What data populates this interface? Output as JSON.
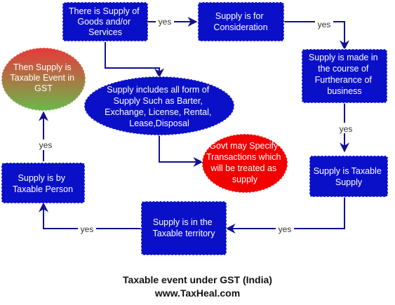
{
  "colors": {
    "box_fill": "#0a10c8",
    "box_stroke": "#ffffff",
    "edge": "#101090",
    "red": "#f20000",
    "gradient_top": "#e8383a",
    "gradient_bottom": "#6bb84c"
  },
  "nodes": {
    "supply_goods": [
      "There is Supply of",
      "Goods and/or",
      "Services"
    ],
    "consideration": [
      "Supply is for",
      "Consideration"
    ],
    "furtherance": [
      "Supply is made in",
      "the course of",
      "Furtherance of",
      "business"
    ],
    "taxable_supply": [
      "Supply is Taxable",
      "Supply"
    ],
    "territory": [
      "Supply is in the",
      "Taxable territory"
    ],
    "taxable_person": [
      "Supply is by",
      "Taxable Person"
    ],
    "taxable_event": [
      "Then Supply is",
      "Taxable Event  in",
      "GST"
    ],
    "supply_includes": [
      "Supply includes all form of",
      "Supply Such as Barter,",
      "Exchange, License, Rental,",
      "Lease,Disposal"
    ],
    "govt_specify": [
      "Govt may Specify",
      "Transactions which",
      "will be treated as",
      "supply"
    ]
  },
  "edge_labels": {
    "goods_to_consideration": "yes",
    "consideration_to_furtherance": "yes",
    "furtherance_to_taxable": "yes",
    "taxable_to_territory": "yes",
    "territory_to_person": "yes",
    "person_to_event": "yes"
  },
  "caption": {
    "title": "Taxable event under GST (India)",
    "site": "www.TaxHeal.com"
  }
}
